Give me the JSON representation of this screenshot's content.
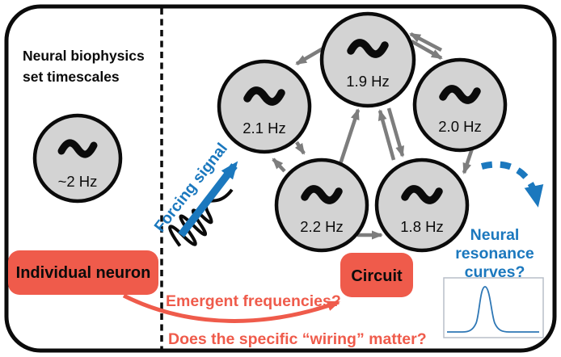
{
  "panel_left": {
    "caption": [
      "Neural biophysics",
      "set timescales"
    ],
    "neuron_label": "~2 Hz",
    "box_label": "Individual neuron"
  },
  "panel_right": {
    "oscillators": [
      {
        "position": "top",
        "label": "1.9 Hz"
      },
      {
        "position": "left",
        "label": "2.1 Hz"
      },
      {
        "position": "right",
        "label": "2.0 Hz"
      },
      {
        "position": "bottom-left",
        "label": "2.2 Hz"
      },
      {
        "position": "bottom-right",
        "label": "1.8 Hz"
      }
    ],
    "forcing_label": "Forcing signal",
    "circuit_label": "Circuit",
    "resonance_caption": [
      "Neural",
      "resonance",
      "curves?"
    ],
    "question_emergent": "Emergent frequencies?",
    "question_wiring": "Does the specific “wiring” matter?"
  },
  "colors": {
    "accent_red": "#ef5b4b",
    "accent_blue": "#1b78be",
    "arrow_gray": "#7d7d7d",
    "node_fill": "#d3d3d3",
    "outline_black": "#0b0b0b"
  }
}
